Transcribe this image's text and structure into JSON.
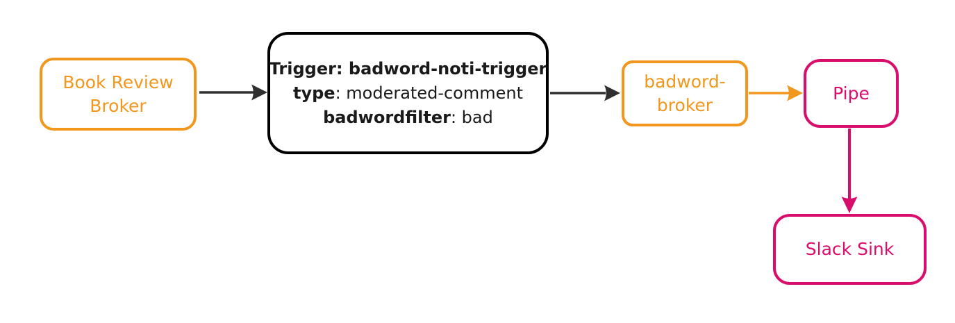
{
  "colors": {
    "background": "#FFFFFF",
    "orange": "#F2971E",
    "pink": "#D90D6C",
    "black": "#000000",
    "edge_dark": "#2F2F2F"
  },
  "nodes": {
    "book_review_broker": {
      "line1": "Book Review",
      "line2": "Broker"
    },
    "trigger": {
      "line1_bold": "Trigger: badword-noti-trigger",
      "line2_key": "type",
      "line2_rest": ": moderated-comment",
      "line3_key": "badwordfilter",
      "line3_rest": ": bad"
    },
    "badword_broker": {
      "line1": "badword-",
      "line2": "broker"
    },
    "pipe": {
      "label": "Pipe"
    },
    "slack_sink": {
      "label": "Slack Sink"
    }
  },
  "edges": [
    {
      "from": "book-review-broker",
      "to": "trigger",
      "color": "#2F2F2F",
      "direction": "right"
    },
    {
      "from": "trigger",
      "to": "badword-broker",
      "color": "#2F2F2F",
      "direction": "right"
    },
    {
      "from": "badword-broker",
      "to": "pipe",
      "color": "#F2971E",
      "direction": "right"
    },
    {
      "from": "pipe",
      "to": "slack-sink",
      "color": "#D90D6C",
      "direction": "down"
    }
  ]
}
